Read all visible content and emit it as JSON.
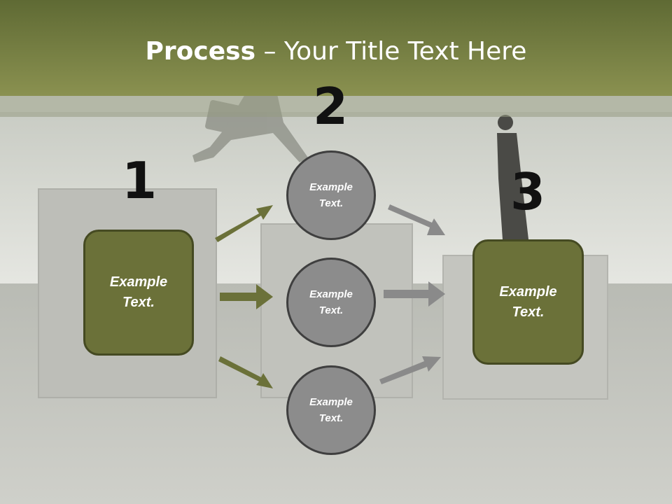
{
  "slide": {
    "title_bold": "Process",
    "title_rest": " – Your Title Text Here",
    "steps": [
      {
        "number": "1"
      },
      {
        "number": "2"
      },
      {
        "number": "3"
      }
    ],
    "left_box": {
      "label": "Example\nText."
    },
    "circles": [
      {
        "label": "Example\nText."
      },
      {
        "label": "Example\nText."
      },
      {
        "label": "Example\nText."
      }
    ],
    "right_box": {
      "label": "Example\nText."
    },
    "colors": {
      "accent_olive": "#6b7139",
      "circle_gray": "#8c8c8c",
      "arrow_olive": "#6b7139",
      "arrow_gray": "#8a8a8a",
      "title_text": "#ffffff"
    }
  }
}
